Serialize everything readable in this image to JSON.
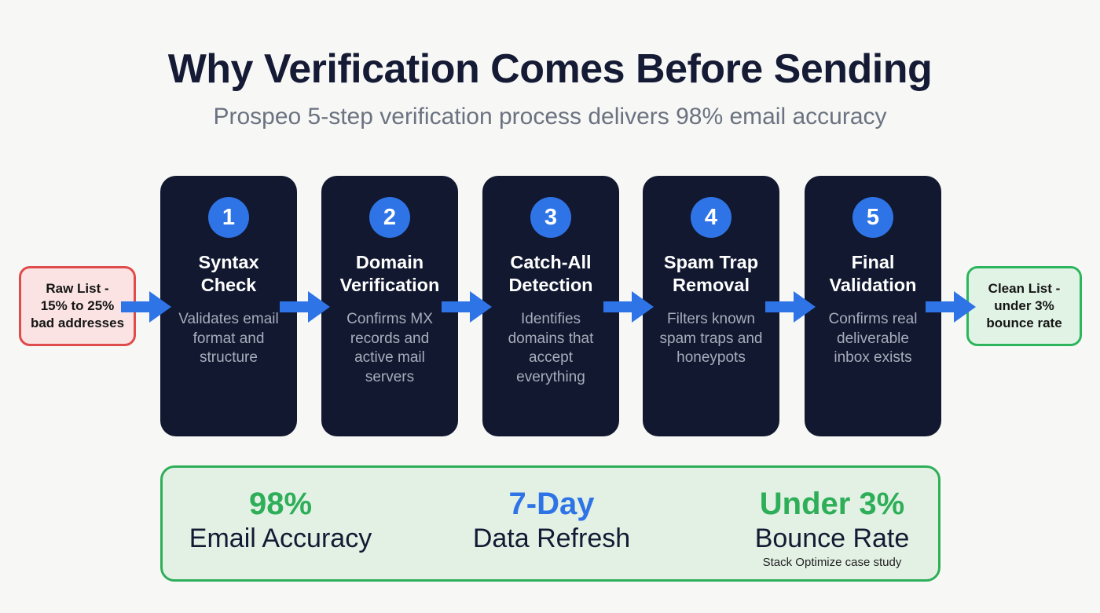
{
  "header": {
    "title": "Why Verification Comes Before Sending",
    "subtitle": "Prospeo 5-step verification process delivers 98% email accuracy"
  },
  "colors": {
    "card_bg": "#111830",
    "badge_blue": "#2f74e6",
    "arrow_blue": "#2f74e6",
    "raw_border": "#e04b4b",
    "raw_bg": "#fbe3e3",
    "clean_border": "#2db55d",
    "clean_bg": "#e1f3e5",
    "stat_green": "#2eae58",
    "stat_blue": "#2f74e6"
  },
  "input_box": {
    "label": "Raw List -\n15% to 25%\nbad addresses"
  },
  "output_box": {
    "label": "Clean List -\nunder 3%\nbounce rate"
  },
  "steps": [
    {
      "number": "1",
      "title": "Syntax\nCheck",
      "description": "Validates email\nformat and\nstructure"
    },
    {
      "number": "2",
      "title": "Domain\nVerification",
      "description": "Confirms MX\nrecords and\nactive mail\nservers"
    },
    {
      "number": "3",
      "title": "Catch-All\nDetection",
      "description": "Identifies\ndomains that\naccept\neverything"
    },
    {
      "number": "4",
      "title": "Spam Trap\nRemoval",
      "description": "Filters known\nspam traps and\nhoneypots"
    },
    {
      "number": "5",
      "title": "Final\nValidation",
      "description": "Confirms real\ndeliverable\ninbox exists"
    }
  ],
  "stats": [
    {
      "value": "98%",
      "label": "Email Accuracy",
      "color": "#2eae58"
    },
    {
      "value": "7-Day",
      "label": "Data Refresh",
      "color": "#2f74e6"
    },
    {
      "value": "Under 3%",
      "label": "Bounce Rate",
      "color": "#2eae58",
      "note": "Stack Optimize case study"
    }
  ]
}
